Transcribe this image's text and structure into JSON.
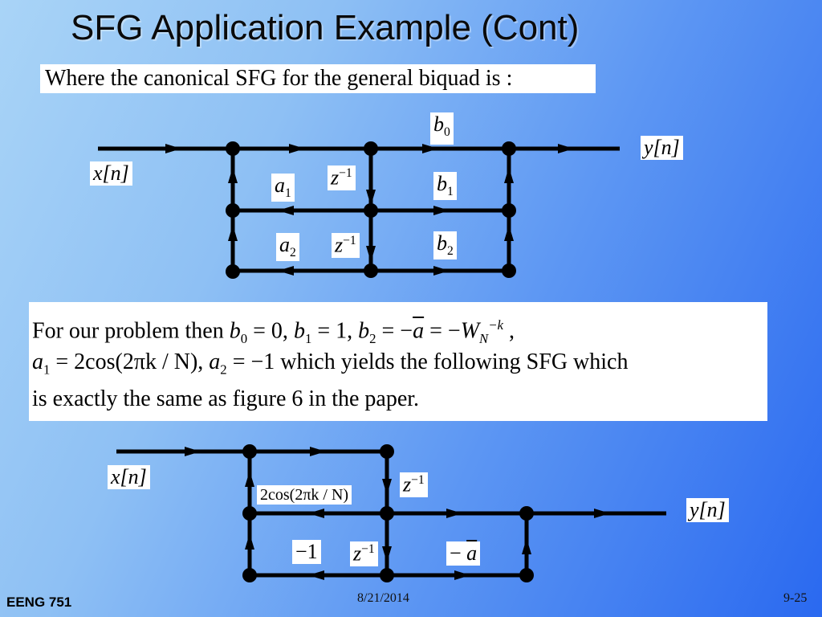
{
  "slide": {
    "title": "SFG Application Example (Cont)",
    "intro": "Where the canonical SFG for the general biquad is :",
    "paragraph": {
      "l1_a": "For our problem then ",
      "l1_b0": "b",
      "l1_b0_sub": "0",
      "l1_b0_eq": " = 0, ",
      "l1_b1": "b",
      "l1_b1_sub": "1",
      "l1_b1_eq": " = 1,  ",
      "l1_b2": "b",
      "l1_b2_sub": "2",
      "l1_b2_eq": " = −",
      "l1_abar": "a",
      "l1_eq2": " = −",
      "l1_W": "W",
      "l1_W_sub": "N",
      "l1_W_sup": "−k",
      "l1_end": " ,",
      "l2_a1": "a",
      "l2_a1_sub": "1",
      "l2_a1_eq": " = 2cos(2πk / N), ",
      "l2_a2": "a",
      "l2_a2_sub": "2",
      "l2_a2_eq": " = −1   which yields the following SFG which",
      "l3": "is exactly the same as figure 6 in the paper."
    },
    "footer": {
      "course": "EENG 751",
      "date": "8/21/2014",
      "page": "9-25"
    }
  },
  "diagram1": {
    "input": "x[n]",
    "output": "y[n]",
    "b0": "b",
    "b0_sub": "0",
    "b1": "b",
    "b1_sub": "1",
    "b2": "b",
    "b2_sub": "2",
    "a1": "a",
    "a1_sub": "1",
    "a2": "a",
    "a2_sub": "2",
    "delay1": "z",
    "delay1_sup": "−1",
    "delay2": "z",
    "delay2_sup": "−1"
  },
  "diagram2": {
    "input": "x[n]",
    "output": "y[n]",
    "coef1": "2cos(2πk / N)",
    "coef2": "−1",
    "coef3_minus": "− ",
    "coef3": "a",
    "delay1": "z",
    "delay1_sup": "−1",
    "delay2": "z",
    "delay2_sup": "−1"
  },
  "colors": {
    "background_light": "#a9d4f7",
    "background_dark": "#2a69f0",
    "line": "#000000",
    "label_box": "#ffffff"
  }
}
